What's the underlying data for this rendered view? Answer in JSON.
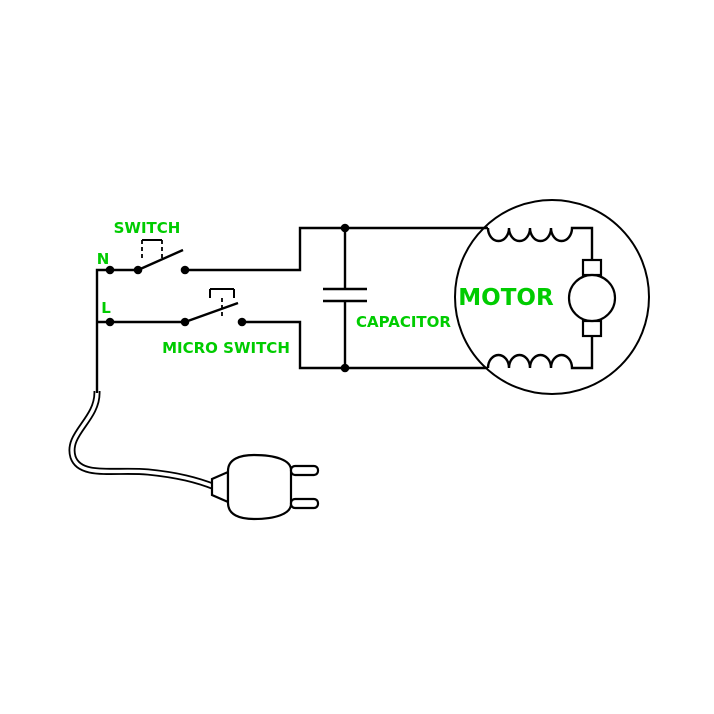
{
  "diagram": {
    "type": "circuit-schematic",
    "labels": {
      "switch": "SWITCH",
      "neutral_terminal": "N",
      "live_terminal": "L",
      "micro_switch": "MICRO SWITCH",
      "capacitor": "CAPACITOR",
      "motor": "MOTOR"
    },
    "colors": {
      "label_text": "#00cc00",
      "wire": "#000000",
      "background": "#ffffff"
    },
    "components": [
      {
        "name": "mains-plug",
        "label": ""
      },
      {
        "name": "power-cord",
        "label": ""
      },
      {
        "name": "main-switch",
        "label": "SWITCH"
      },
      {
        "name": "micro-switch",
        "label": "MICRO SWITCH"
      },
      {
        "name": "capacitor",
        "label": "CAPACITOR"
      },
      {
        "name": "motor",
        "label": "MOTOR"
      }
    ]
  }
}
